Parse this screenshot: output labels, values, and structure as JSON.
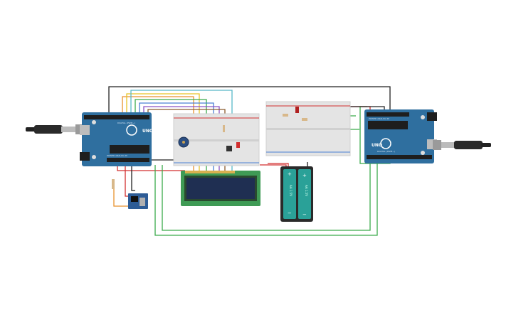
{
  "arduino_left": {
    "logo": "UNO",
    "header_top": "DIGITAL (PWM~)",
    "header_bottom": "POWER    ANALOG IN"
  },
  "arduino_right": {
    "logo": "UNO",
    "header_top": "DIGITAL (PWM~)",
    "header_bottom": "POWER    ANALOG IN"
  },
  "battery": {
    "cell1": "AA 1.5V",
    "cell2": "AA 1.5V",
    "plus": "+",
    "minus": "−"
  },
  "colors": {
    "board": "#2f6f9f",
    "board_dark": "#235a85",
    "breadboard": "#e4e4e4",
    "lcd_pcb": "#3f9b55",
    "lcd_screen": "#1f2f52",
    "battery_cell": "#2aa198",
    "wire_black": "#222222",
    "wire_red": "#d22f2f",
    "wire_green": "#3aaa4a",
    "wire_orange": "#e8912d",
    "wire_yellow": "#e8c428",
    "wire_blue": "#4a7fd4",
    "wire_cyan": "#58b8c8",
    "wire_purple": "#8a52c4",
    "wire_brown": "#8a5a2c"
  }
}
